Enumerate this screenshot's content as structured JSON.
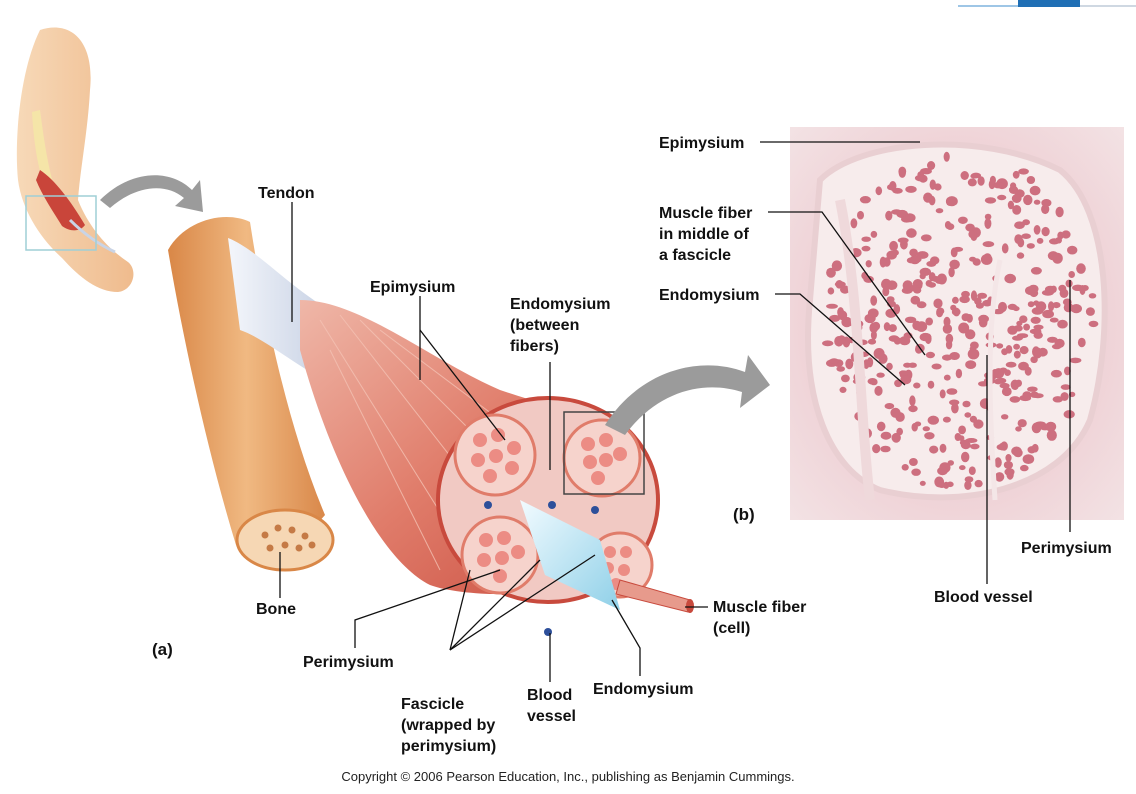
{
  "panels": {
    "a": "(a)",
    "b": "(b)"
  },
  "labels_a": {
    "tendon": "Tendon",
    "epimysium": "Epimysium",
    "endomysium_between": "Endomysium\n(between\nfibers)",
    "bone": "Bone",
    "perimysium": "Perimysium",
    "fascicle": "Fascicle\n(wrapped by\nperimysium)",
    "blood_vessel": "Blood\nvessel",
    "endomysium": "Endomysium",
    "muscle_fiber": "Muscle fiber\n(cell)"
  },
  "labels_b": {
    "epimysium": "Epimysium",
    "muscle_fiber_middle": "Muscle fiber\nin middle of\na fascicle",
    "endomysium": "Endomysium",
    "perimysium": "Perimysium",
    "blood_vessel": "Blood vessel"
  },
  "copyright": "Copyright © 2006 Pearson Education, Inc., publishing as Benjamin Cummings.",
  "colors": {
    "skin": "#f3c8a0",
    "muscle": "#d9574a",
    "tendon": "#e8ecf4",
    "bone": "#e8a76a",
    "tissue_bg": "#f1dcdf",
    "fiber": "#c65a6c",
    "arrow": "#9b9b9b",
    "highlight_box": "#9fcfd6",
    "accent_blue": "#1f6fb5"
  }
}
